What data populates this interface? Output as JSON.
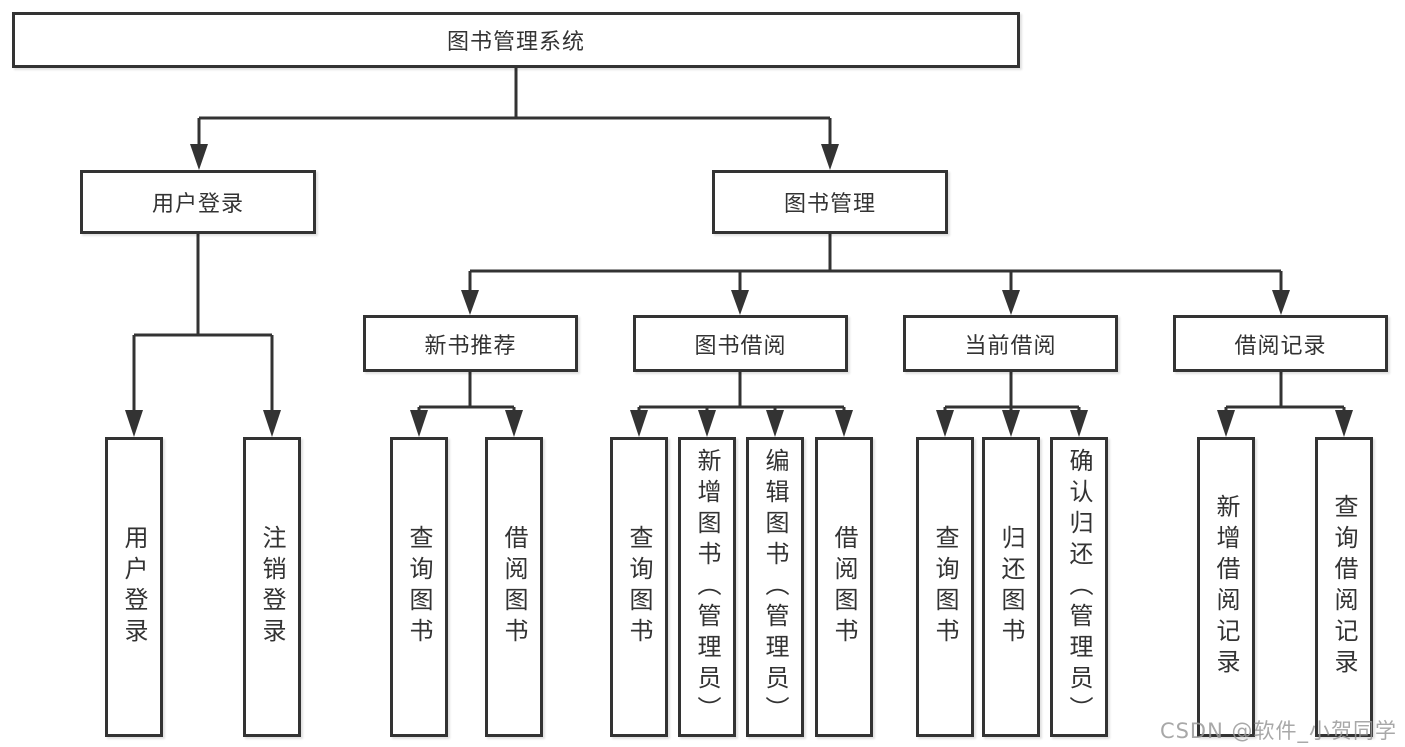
{
  "diagram": {
    "root": "图书管理系统",
    "level2": [
      "用户登录",
      "图书管理"
    ],
    "level3": [
      "新书推荐",
      "图书借阅",
      "当前借阅",
      "借阅记录"
    ],
    "leaves_user": [
      "用户登录",
      "注销登录"
    ],
    "leaves_newbook": [
      "查询图书",
      "借阅图书"
    ],
    "leaves_borrow": [
      "查询图书",
      "新增图书（管理员）",
      "编辑图书（管理员）",
      "借阅图书"
    ],
    "leaves_current": [
      "查询图书",
      "归还图书",
      "确认归还（管理员）"
    ],
    "leaves_records": [
      "新增借阅记录",
      "查询借阅记录"
    ]
  },
  "watermark": "CSDN @软件_小贺同学",
  "colors": {
    "line": "#333333",
    "text": "#333333",
    "watermark": "#999999",
    "background": "#ffffff"
  }
}
